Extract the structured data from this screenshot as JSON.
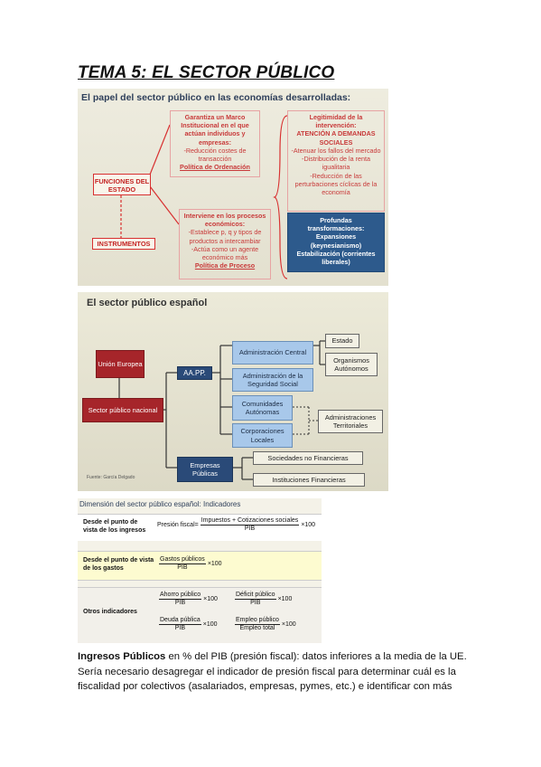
{
  "title": "TEMA 5: EL SECTOR PÚBLICO",
  "slide1": {
    "title": "El papel del sector público en las economías desarrolladas:",
    "funciones": "FUNCIONES DEL ESTADO",
    "instrumentos": "INSTRUMENTOS",
    "marco": {
      "heading": "Garantiza un Marco Institucional en el que actúan individuos y empresas:",
      "bullet": "-Reducción costes de transacción",
      "policy": "Política de Ordenación"
    },
    "interviene": {
      "heading": "Interviene en los procesos económicos:",
      "bullet1": "-Establece p, q y tipos de productos a intercambiar",
      "bullet2": "-Actúa como un agente económico más",
      "policy": "Política de Proceso"
    },
    "legitimidad": {
      "heading": "Legitimidad de la intervención:",
      "attention": "ATENCIÓN A DEMANDAS SOCIALES",
      "b1": "-Atenuar los fallos del mercado",
      "b2": "-Distribución de la renta igualitaria",
      "b3": "-Reducción de las perturbaciones cíclicas de la economía"
    },
    "profundas": {
      "heading": "Profundas transformaciones:",
      "line1": "Expansiones (keynesianismo)",
      "line2": "Estabilización (corrientes liberales)"
    }
  },
  "slide2": {
    "title": "El sector público español",
    "union": "Unión Europea",
    "sector": "Sector público nacional",
    "aapp": "AA.PP.",
    "empresas": "Empresas Públicas",
    "admin_central": "Administración Central",
    "seg_social": "Administración de la Seguridad Social",
    "ccaa": "Comunidades Autónomas",
    "corporaciones": "Corporaciones Locales",
    "estado": "Estado",
    "organismos": "Organismos Autónomos",
    "territoriales": "Administraciones Territoriales",
    "soc_no_fin": "Sociedades no Financieras",
    "inst_fin": "Instituciones Financieras",
    "source": "Fuente: García Delgado"
  },
  "indicators": {
    "title": "Dimensión del sector público español: Indicadores",
    "row1_label": "Desde el punto de vista de los ingresos",
    "presion_prefix": "Presión fiscal=",
    "presion_num": "Impuestos + Cotizaciones sociales",
    "presion_den": "PIB",
    "x100": "×100",
    "row2_label": "Desde el punto de vista de los gastos",
    "gastos_num": "Gastos públicos",
    "gastos_den": "PIB",
    "row3_label": "Otros indicadores",
    "ahorro_num": "Ahorro público",
    "ahorro_den": "PIB",
    "deficit_num": "Déficit público",
    "deficit_den": "PIB",
    "deuda_num": "Deuda pública",
    "deuda_den": "PIB",
    "empleo_num": "Empleo público",
    "empleo_den": "Empleo total"
  },
  "body": {
    "lead": "Ingresos Públicos",
    "text": " en % del PIB (presión fiscal): datos inferiores a la media de la UE. Sería necesario desagregar el indicador de presión fiscal para determinar cuál es la fiscalidad por colectivos (asalariados, empresas, pymes, etc.) e identificar con más"
  }
}
